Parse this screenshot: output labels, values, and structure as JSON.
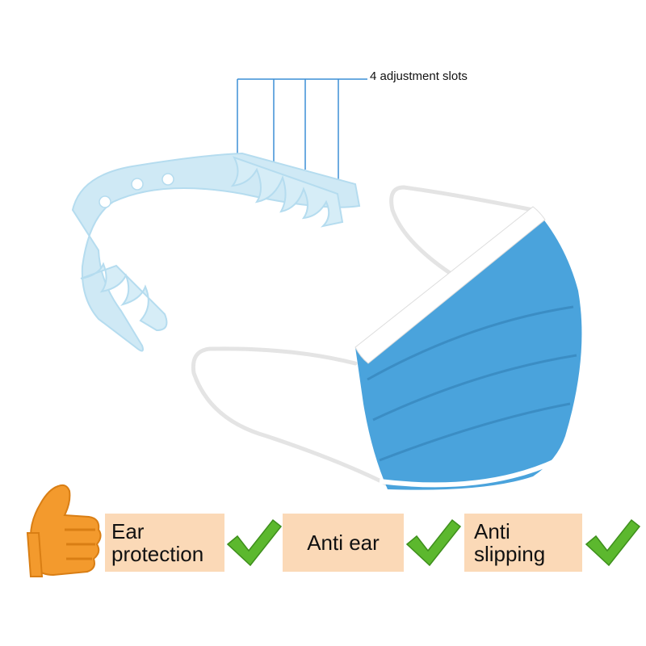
{
  "annotation": "4 adjustment slots",
  "features": [
    {
      "lines": [
        "Ear",
        "protection"
      ]
    },
    {
      "lines": [
        "Anti ear"
      ]
    },
    {
      "lines": [
        "Anti",
        "slipping"
      ]
    }
  ],
  "colors": {
    "mask_blue": "#4aa3dc",
    "strap_blue": "#cfe9f5",
    "label_bg": "#fbd9b7",
    "check_green": "#5cb82e",
    "thumb_orange": "#f39a2d",
    "leader_line": "#3c8fd6"
  },
  "icons": [
    "thumbs-up-icon",
    "checkmark-icon"
  ]
}
